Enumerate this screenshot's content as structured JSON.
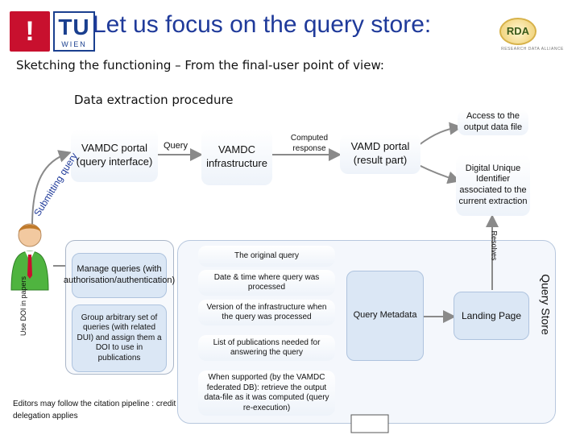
{
  "header": {
    "logo_left_symbol": "!",
    "logo_tu": "TU",
    "logo_wien": "WIEN",
    "title": "Let us focus on the query store:",
    "rda_logo_mark": "RDA",
    "rda_logo_text": "RESEARCH DATA ALLIANCE"
  },
  "subtitle": "Sketching the functioning – From the final-user point of view:",
  "section_heading": "Data extraction procedure",
  "flow": {
    "submitting_query": "Submitting query",
    "portal": "VAMDC portal (query interface)",
    "query_arrow": "Query",
    "infrastructure": "VAMDC infrastructure",
    "computed_response": "Computed response",
    "result_portal": "VAMD portal (result part)",
    "access_output": "Access to the output data file",
    "doi_box": "Digital Unique Identifier associated to the current extraction",
    "resolves": "Resolves"
  },
  "user_panel": {
    "use_doi": "Use DOI in papers",
    "manage_queries": "Manage queries (with authorisation/authentication)",
    "group_queries": "Group arbitrary set of queries (with related DUI) and assign them a DOI to use in publications",
    "editors_note": "Editors may follow the citation pipeline : credit delegation applies"
  },
  "query_store": {
    "label": "Query Store",
    "items": [
      "The original query",
      "Date & time where query was processed",
      "Version of the infrastructure when the query was processed",
      "List of publications needed for answering the query",
      "When supported (by the VAMDC federated DB): retrieve the output data-file as it was computed (query re-execution)"
    ],
    "metadata": "Query Metadata",
    "landing_page": "Landing Page"
  },
  "colors": {
    "title_blue": "#1f3a9a",
    "box_blue": "#dbe7f5",
    "accent_red": "#c8102e",
    "arrow_gray": "#8a8a8a"
  }
}
